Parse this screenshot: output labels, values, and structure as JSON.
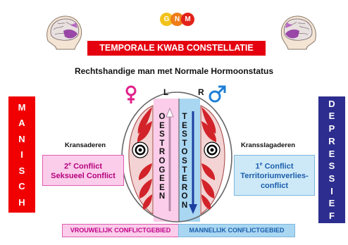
{
  "logo": {
    "letters": [
      "G",
      "N",
      "M"
    ]
  },
  "title": "TEMPORALE KWAB CONSTELLATIE",
  "subtitle": "Rechtshandige man met Normale Hormoonstatus",
  "labels": {
    "left_side": "L",
    "right_side": "R"
  },
  "left_bar_letters": [
    "M",
    "A",
    "N",
    "I",
    "S",
    "C",
    "H"
  ],
  "right_bar_letters": [
    "D",
    "E",
    "P",
    "R",
    "E",
    "S",
    "S",
    "I",
    "E",
    "F"
  ],
  "left_vertical_word": [
    "O",
    "E",
    "S",
    "T",
    "R",
    "O",
    "G",
    "E",
    "E",
    "N"
  ],
  "right_vertical_word": [
    "T",
    "E",
    "S",
    "T",
    "O",
    "S",
    "T",
    "E",
    "R",
    "O",
    "N"
  ],
  "artery_left": "Kransaderen",
  "artery_right": "Kransslagaderen",
  "conflict_left": {
    "ordinal": "2",
    "sup": "e",
    "line1": " Conflict",
    "line2": "Seksueel Conflict"
  },
  "conflict_right": {
    "ordinal": "1",
    "sup": "e",
    "line1": " Conflict",
    "line2": "Territoriumverlies-",
    "line3": "conflict"
  },
  "bottom_left": "VROUWELIJK CONFLICTGEBIED",
  "bottom_right": "MANNELIJK CONFLICTGEBIED",
  "colors": {
    "red": "#e4000f",
    "navy": "#2d2d8f",
    "pink": "#fbcdea",
    "light_blue": "#a9d7f2",
    "muscle_red": "#d2232a"
  },
  "icons": [
    "brain-head-left-icon",
    "brain-head-right-icon",
    "female-symbol-icon",
    "male-symbol-icon",
    "target-icon",
    "arrow-up-icon",
    "arrow-down-icon"
  ]
}
